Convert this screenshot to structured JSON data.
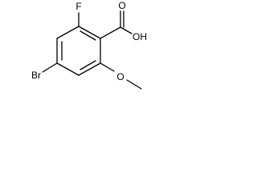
{
  "labels": {
    "fluorine": "F",
    "hydroxyl": "OH",
    "carbonyl_oxygen": "O",
    "bromine": "Br",
    "methoxy_oxygen": "O"
  },
  "colors": {
    "bond": "#000000",
    "background": "#ffffff"
  }
}
